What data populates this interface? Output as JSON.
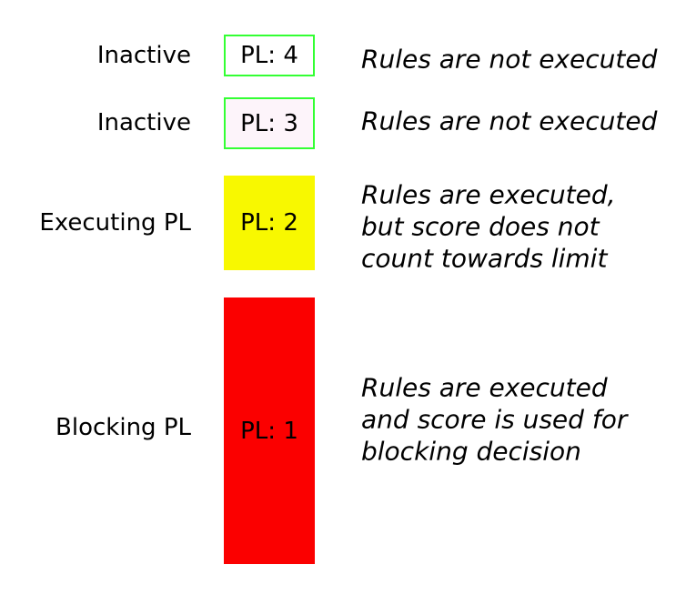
{
  "colors": {
    "border_green": "#33ff33",
    "box_white": "#ffffff",
    "box_pink": "#fdf4fa",
    "box_yellow": "#f8f800",
    "box_red": "#fb0000",
    "text": "#000000"
  },
  "rows": [
    {
      "label": "Inactive",
      "box_text": "PL: 4",
      "description": "Rules are not executed"
    },
    {
      "label": "Inactive",
      "box_text": "PL: 3",
      "description": "Rules are not executed"
    },
    {
      "label": "Executing PL",
      "box_text": "PL: 2",
      "description": "Rules are executed,\nbut score does not\ncount towards limit"
    },
    {
      "label": "Blocking PL",
      "box_text": "PL: 1",
      "description": "Rules are executed\nand score is used for\nblocking decision"
    }
  ]
}
